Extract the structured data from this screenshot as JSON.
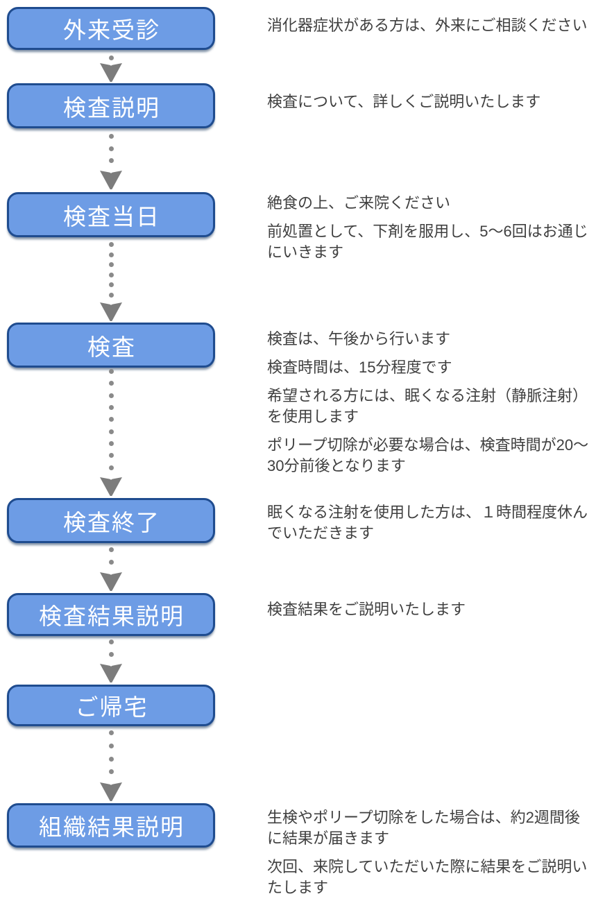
{
  "flow": {
    "steps": [
      {
        "label": "外来受診",
        "notes": [
          "消化器症状がある方は、外来にご相談ください"
        ]
      },
      {
        "label": "検査説明",
        "notes": [
          "検査について、詳しくご説明いたします"
        ]
      },
      {
        "label": "検査当日",
        "notes": [
          "絶食の上、ご来院ください",
          "前処置として、下剤を服用し、5～6回はお通じにいきます"
        ]
      },
      {
        "label": "検査",
        "notes": [
          "検査は、午後から行います",
          "検査時間は、15分程度です",
          "希望される方には、眠くなる注射（静脈注射）を使用します",
          "ポリープ切除が必要な場合は、検査時間が20～30分前後となります"
        ]
      },
      {
        "label": "検査終了",
        "notes": [
          "眠くなる注射を使用した方は、１時間程度休んでいただきます"
        ]
      },
      {
        "label": "検査結果説明",
        "notes": [
          "検査結果をご説明いたします"
        ]
      },
      {
        "label": "ご帰宅",
        "notes": []
      },
      {
        "label": "組織結果説明",
        "notes": [
          "生検やポリープ切除をした場合は、約2週間後に結果が届きます",
          "次回、来院していただいた際に結果をご説明いたします"
        ]
      }
    ],
    "colors": {
      "box_fill": "#6D9CE5",
      "box_border": "#1F4C8F",
      "box_text": "#FFFFFF",
      "connector_gray": "#8A8A8A",
      "note_text": "#3F3F3F"
    }
  }
}
